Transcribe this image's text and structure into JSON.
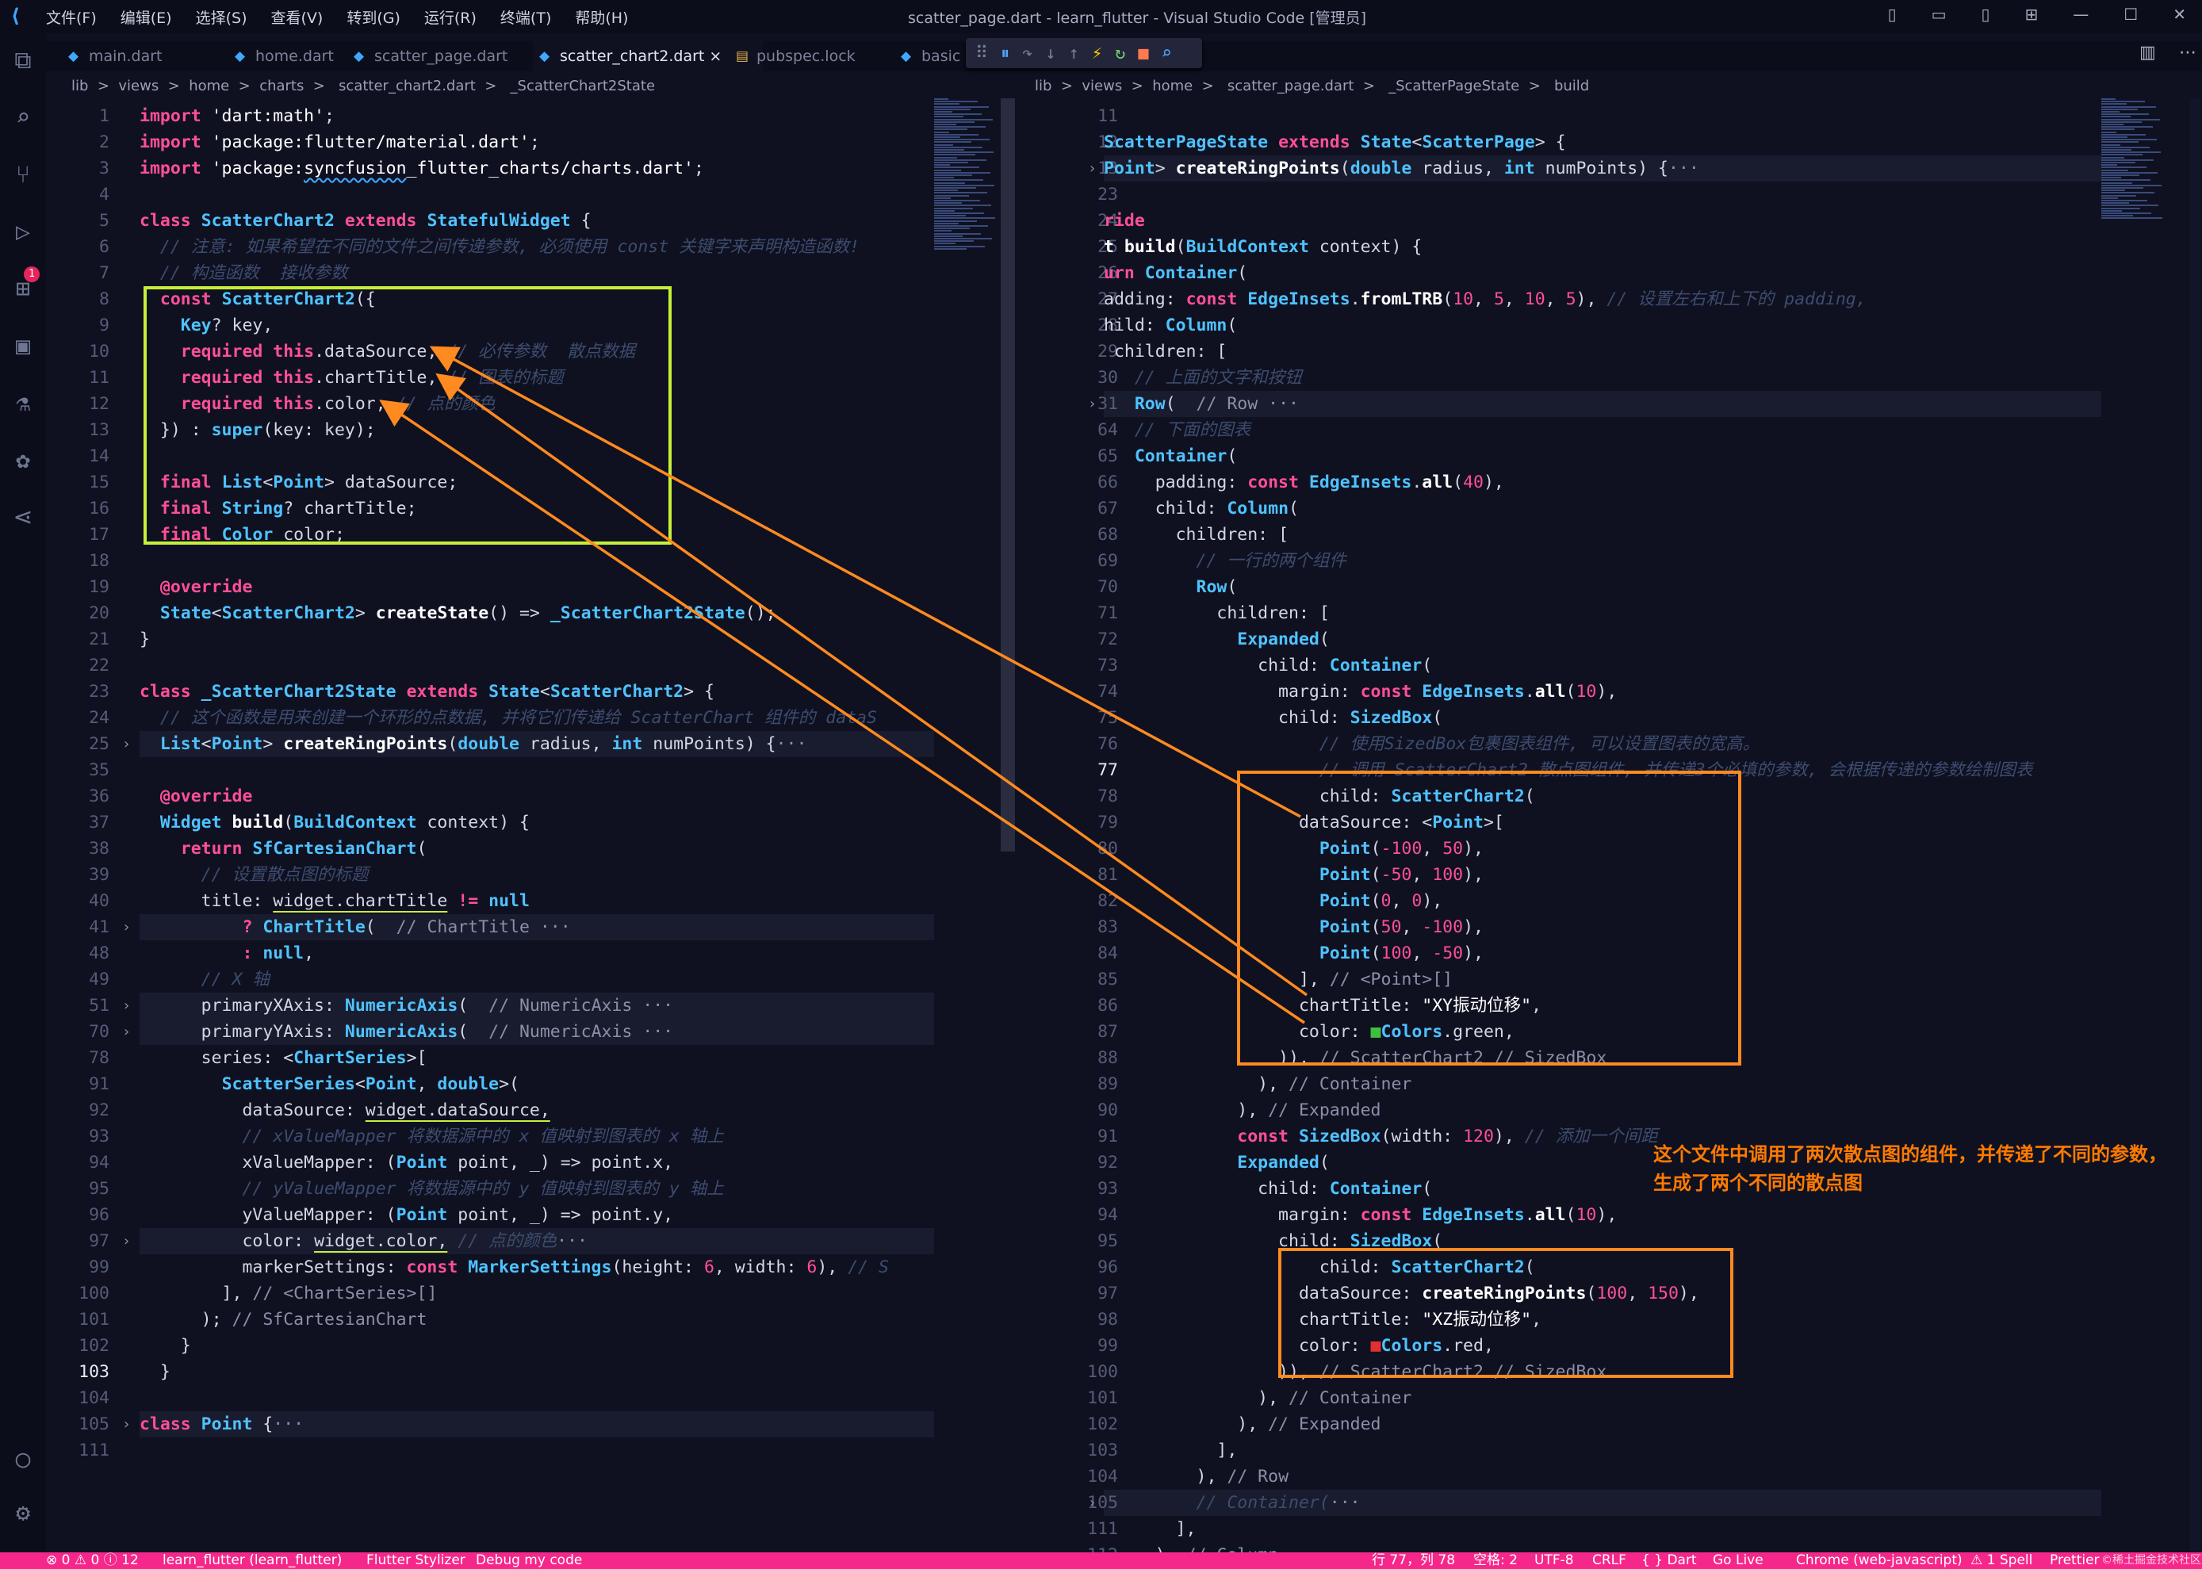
{
  "window": {
    "title": "scatter_page.dart - learn_flutter - Visual Studio Code [管理员]",
    "menu": [
      "文件(F)",
      "编辑(E)",
      "选择(S)",
      "查看(V)",
      "转到(G)",
      "运行(R)",
      "终端(T)",
      "帮助(H)"
    ]
  },
  "activity_bar": {
    "debug_badge": "1"
  },
  "tabs": [
    {
      "label": "main.dart",
      "active": false
    },
    {
      "label": "home.dart",
      "active": false
    },
    {
      "label": "scatter_page.dart",
      "active": false
    },
    {
      "label": "scatter_chart2.dart",
      "active": true
    },
    {
      "label": "pubspec.lock",
      "active": false
    },
    {
      "label": "basic",
      "active": false
    }
  ],
  "tab_close": "×",
  "left_editor": {
    "breadcrumb": "lib  >  views  >  home  >  charts  >   scatter_chart2.dart  >   _ScatterChart2State",
    "cursor_line": "103"
  },
  "right_editor": {
    "breadcrumb": "lib  >  views  >  home  >   scatter_page.dart  >   _ScatterPageState  >   build",
    "cursor_line": "77"
  },
  "annotation": {
    "note_line1": "这个文件中调用了两次散点图的组件，并传递了不同的参数，",
    "note_line2": "生成了两个不同的散点图",
    "colors": {
      "green_box": "#c6f038",
      "orange_box": "#ff8a1f",
      "arrow": "#ff8a1f",
      "note": "#ff7a00"
    }
  },
  "statusbar": {
    "errors": "⊗ 0 ⚠ 0 ⓘ 12",
    "branch": "learn_flutter (learn_flutter)",
    "stylizer": "Flutter Stylizer",
    "debug": "Debug my code",
    "position": "行 77，列 78",
    "spaces": "空格: 2",
    "encoding": "UTF-8",
    "eol": "CRLF",
    "language": "{ } Dart",
    "golive": "Go Live",
    "device": "Chrome (web-javascript)",
    "spell": "⚠ 1 Spell",
    "prettier": "Prettier",
    "watermark": "©稀土掘金技术社区"
  },
  "colors": {
    "accent": "#f5278a",
    "background": "#0f1121",
    "keyword": "#ff4f9a",
    "type": "#4fc2ff"
  }
}
